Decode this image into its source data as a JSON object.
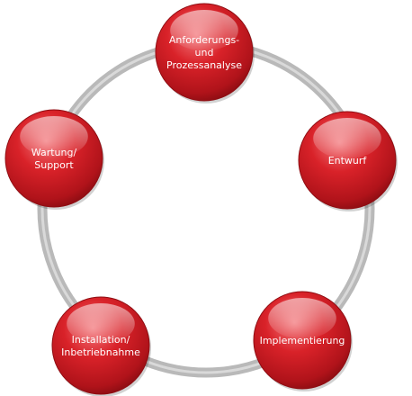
{
  "diagram": {
    "type": "cycle",
    "colors": {
      "node_fill": "#c8161e",
      "node_highlight": "#f37a7e",
      "node_dark": "#7d0a0f",
      "ring": "#b9b9b9",
      "label": "#ffffff"
    },
    "nodes": [
      {
        "lines": [
          "Anforderungs-",
          "und",
          "Prozessanalyse"
        ]
      },
      {
        "lines": [
          "Entwurf"
        ]
      },
      {
        "lines": [
          "Implementierung"
        ]
      },
      {
        "lines": [
          "Installation/",
          "Inbetriebnahme"
        ]
      },
      {
        "lines": [
          "Wartung/",
          "Support"
        ]
      }
    ]
  }
}
